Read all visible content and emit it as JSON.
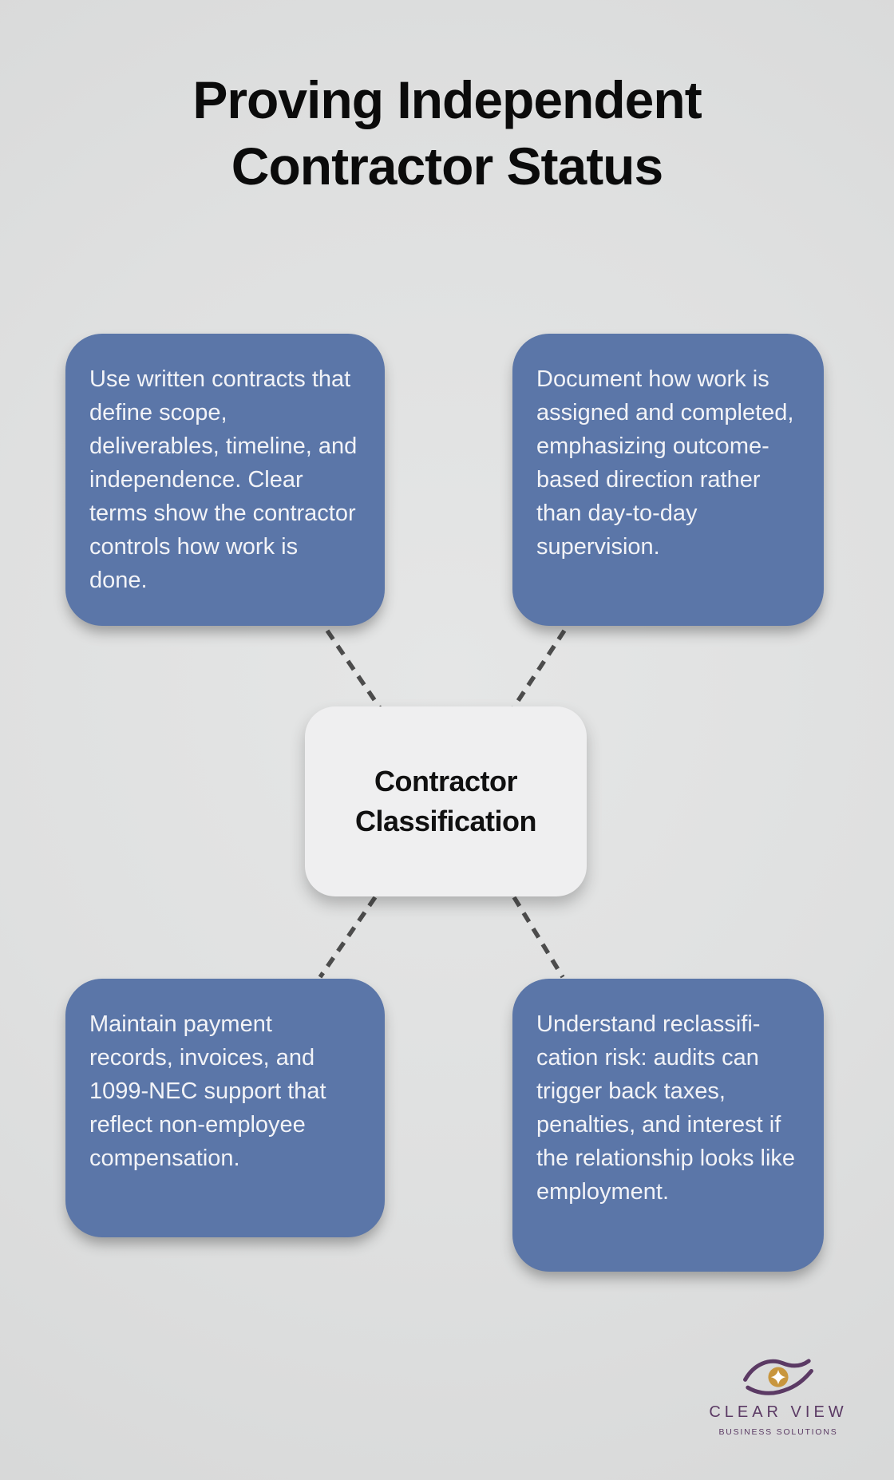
{
  "title": "Proving Independent Contractor Status",
  "center_node": {
    "label": "Contractor Classification"
  },
  "nodes": [
    {
      "position": "top-left",
      "text": "Use written contracts that define scope, deliverables, timeline, and independence. Clear terms show the contractor controls how work is done."
    },
    {
      "position": "top-right",
      "text": "Document how work is assigned and completed, emphasizing outcome-based direction rather than day-to-day supervision."
    },
    {
      "position": "bottom-left",
      "text": "Maintain payment records, invoices, and 1099-NEC support that reflect non-employee compensation."
    },
    {
      "position": "bottom-right",
      "text": "Understand reclassifi-cation risk: audits can trigger back taxes, penalties, and interest if the relationship looks like employment."
    }
  ],
  "logo": {
    "name": "CLEAR VIEW",
    "tagline": "BUSINESS SOLUTIONS"
  },
  "colors": {
    "background": "#dfe0e0",
    "node_blue": "#5b76a8",
    "node_text": "#f2f3f7",
    "center_node_bg": "#efeff0",
    "center_node_text": "#111111",
    "title_text": "#0b0b0b",
    "connector_dash": "#4c4c4c",
    "logo_purple": "#5b3a64",
    "logo_gold": "#c8963e",
    "star_white": "#ffffff"
  }
}
